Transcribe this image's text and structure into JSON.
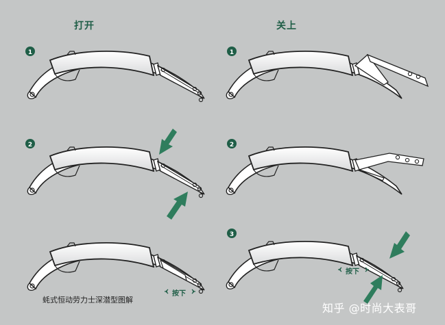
{
  "columns": {
    "open_title": "打开",
    "close_title": "关上"
  },
  "steps": {
    "open_1": "1",
    "open_2": "2",
    "close_1": "1",
    "close_2": "2",
    "close_3": "3"
  },
  "labels": {
    "press_open": "按下",
    "press_close": "按下"
  },
  "caption": "蚝式恒动劳力士深潜型图解",
  "watermark": "知乎 @时尚大表哥",
  "colors": {
    "accent": "#1f5e47",
    "background": "#c4c6c6",
    "arrow": "#2f7d5d"
  }
}
